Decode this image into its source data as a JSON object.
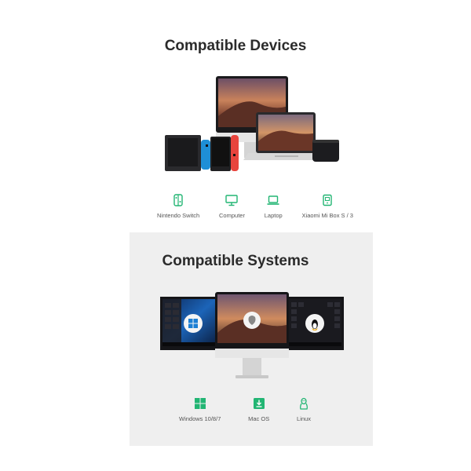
{
  "sections": {
    "devices": {
      "title": "Compatible Devices",
      "items": [
        {
          "label": "Nintendo Switch",
          "icon": "switch-icon"
        },
        {
          "label": "Computer",
          "icon": "monitor-icon"
        },
        {
          "label": "Laptop",
          "icon": "laptop-icon"
        },
        {
          "label": "Xiaomi Mi Box S / 3",
          "icon": "tv-box-icon"
        }
      ]
    },
    "systems": {
      "title": "Compatible Systems",
      "items": [
        {
          "label": "Windows 10/8/7",
          "icon": "windows-icon"
        },
        {
          "label": "Mac OS",
          "icon": "apple-download-icon"
        },
        {
          "label": "Linux",
          "icon": "linux-tux-icon"
        }
      ],
      "screens": [
        {
          "logo_text": "Windows"
        },
        {
          "logo_text": "Mac OS"
        },
        {
          "logo_text": "Linux"
        }
      ]
    }
  },
  "colors": {
    "accent_green": "#22b573",
    "panel_gray": "#efefef",
    "title_dark": "#2b2b2b"
  }
}
